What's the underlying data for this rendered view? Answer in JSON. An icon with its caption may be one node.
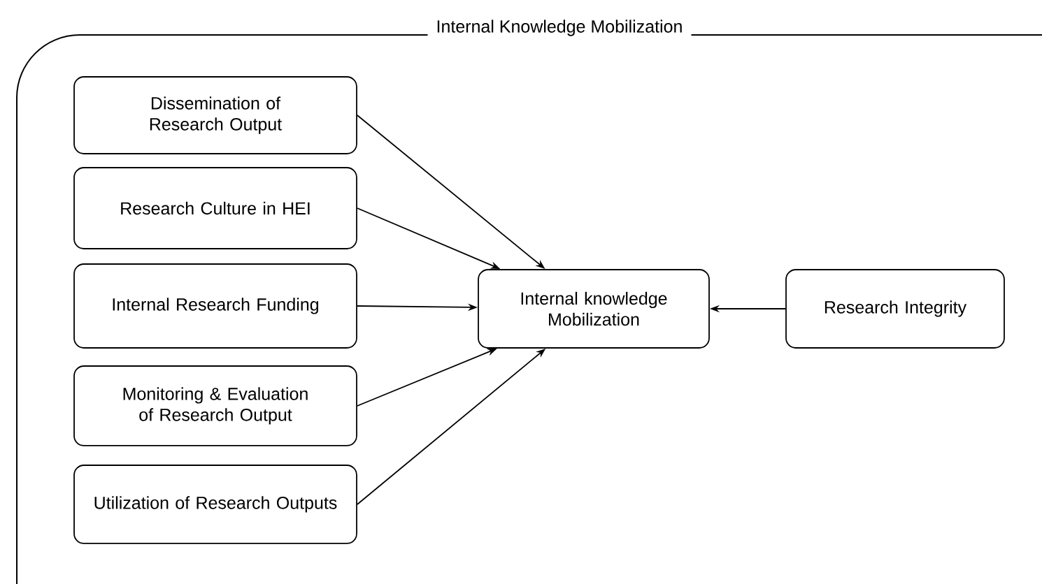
{
  "diagram": {
    "nodes": [
      {
        "text": [
          "Internal Knowledge Mobilization"
        ]
      },
      {
        "text": [
          "Dissemination of Research Output"
        ],
        "in": 0
      },
      {
        "text": [
          "Research Culture in HEI"
        ],
        "in": 0
      },
      {
        "text": [
          "Internal Research Funding"
        ],
        "in": 0
      },
      {
        "text": [
          "Monitoring & Evaluation of Research Output"
        ],
        "in": 0
      },
      {
        "text": [
          "Utilization of Research Outputs"
        ],
        "in": 0
      },
      {
        "text": [
          "Internal knowledge Mobilization"
        ],
        "in": 0
      },
      {
        "text": [
          "Research Integrity"
        ],
        "in": 0
      }
    ],
    "edges": [
      {
        "from": 1,
        "to": 6,
        "arrow": "to"
      },
      {
        "from": 2,
        "to": 6,
        "arrow": "to"
      },
      {
        "from": 3,
        "to": 6,
        "arrow": "to"
      },
      {
        "from": 4,
        "to": 6,
        "arrow": "to"
      },
      {
        "from": 5,
        "to": 6,
        "arrow": "to"
      },
      {
        "from": 7,
        "to": 6,
        "arrow": "to"
      }
    ]
  }
}
